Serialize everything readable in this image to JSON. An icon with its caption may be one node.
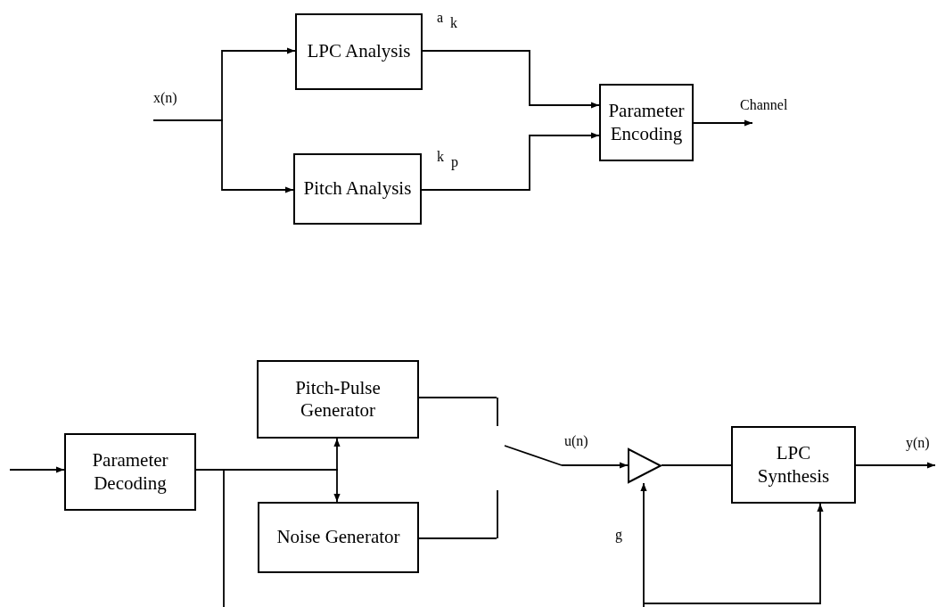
{
  "diagram": {
    "nodes": [
      {
        "text": [
          "LPC Analysis"
        ]
      },
      {
        "text": [
          "Pitch Analysis"
        ]
      },
      {
        "text": [
          "Parameter Encoding"
        ]
      },
      {
        "text": [
          "Parameter Decoding"
        ]
      },
      {
        "text": [
          "Pitch-Pulse Generator"
        ]
      },
      {
        "text": [
          "Noise Generator"
        ]
      },
      {
        "text": [],
        "shape": "switch"
      },
      {
        "text": [],
        "shape": "triangle"
      },
      {
        "text": [
          "LPC Synthesis"
        ]
      }
    ],
    "edges": [
      {
        "from": null,
        "to": 0,
        "arrow": "to",
        "label": "x(n)"
      },
      {
        "from": null,
        "to": 1,
        "arrow": "to"
      },
      {
        "from": 0,
        "to": 2,
        "arrow": "to",
        "label": "a$_{k}$"
      },
      {
        "from": 1,
        "to": 2,
        "arrow": "to",
        "label": "k$_{p}$"
      },
      {
        "from": 2,
        "to": null,
        "arrow": "to",
        "label": "Channel"
      },
      {
        "from": null,
        "to": 3,
        "arrow": "to"
      },
      {
        "from": 3,
        "to": 4,
        "arrow": "to"
      },
      {
        "from": 3,
        "to": 5,
        "arrow": "to"
      },
      {
        "from": 3,
        "to": null,
        "arrow": "none"
      },
      {
        "from": 4,
        "to": 6,
        "arrow": "none"
      },
      {
        "from": 5,
        "to": 6,
        "arrow": "none"
      },
      {
        "from": 6,
        "to": 7,
        "arrow": "to",
        "label": "u(n)"
      },
      {
        "from": 7,
        "to": 8,
        "arrow": "none"
      },
      {
        "from": 8,
        "to": null,
        "arrow": "to",
        "label": "y(n)"
      },
      {
        "from": null,
        "to": 7,
        "arrow": "to",
        "label": "g"
      },
      {
        "from": null,
        "to": 8,
        "arrow": "to"
      }
    ]
  }
}
